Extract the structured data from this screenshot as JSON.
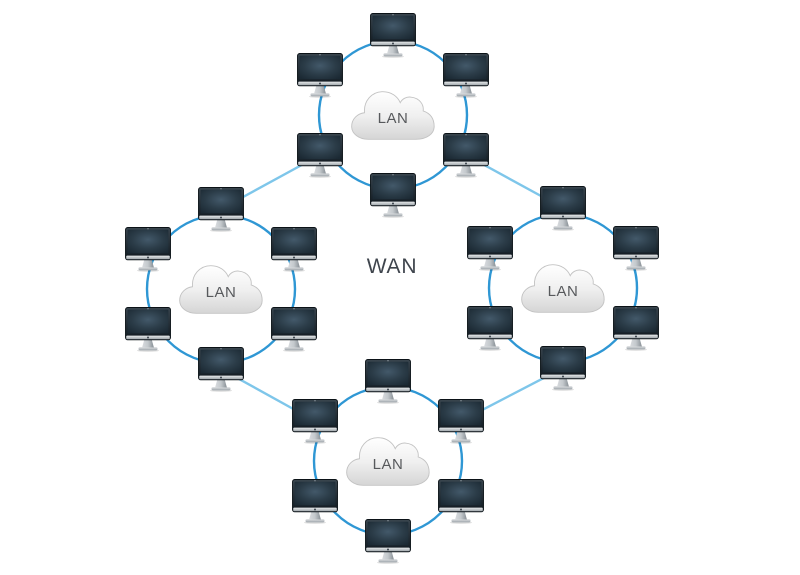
{
  "diagram": {
    "type": "network-topology",
    "wan_label": "WAN",
    "lans": [
      {
        "id": "lan-top",
        "label": "LAN",
        "computers": 6
      },
      {
        "id": "lan-left",
        "label": "LAN",
        "computers": 6
      },
      {
        "id": "lan-right",
        "label": "LAN",
        "computers": 6
      },
      {
        "id": "lan-bottom",
        "label": "LAN",
        "computers": 6
      }
    ],
    "connections": [
      {
        "from": "lan-top",
        "to": "lan-left"
      },
      {
        "from": "lan-top",
        "to": "lan-right"
      },
      {
        "from": "lan-left",
        "to": "lan-bottom"
      },
      {
        "from": "lan-right",
        "to": "lan-bottom"
      }
    ],
    "icons": [
      "computer-icon",
      "lan-cloud-icon"
    ],
    "colors": {
      "background": "#ffffff",
      "lan_ring": "#2f97d4",
      "wan_link": "#7ec6ea",
      "wan_text": "#3f454d",
      "lan_text": "#57595c",
      "cloud_top": "#ffffff",
      "cloud_bottom": "#d5d5d5",
      "monitor_bezel": "#161f27",
      "monitor_screen": "#3c5364"
    }
  }
}
